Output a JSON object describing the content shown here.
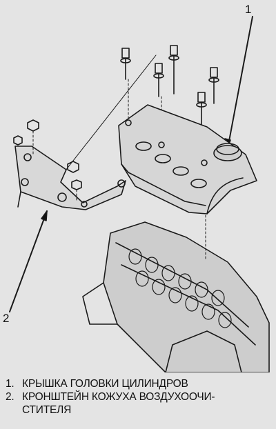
{
  "callouts": {
    "c1": "1",
    "c2": "2"
  },
  "legend": [
    {
      "num": "1.",
      "text": "КРЫШКА ГОЛОВКИ ЦИЛИНДРОВ"
    },
    {
      "num": "2.",
      "text": "КРОНШТЕЙН КОЖУХА ВОЗДУХООЧИ-\nСТИТЕЛЯ"
    }
  ],
  "colors": {
    "paper": "#e4e4e4",
    "ink": "#111111"
  }
}
